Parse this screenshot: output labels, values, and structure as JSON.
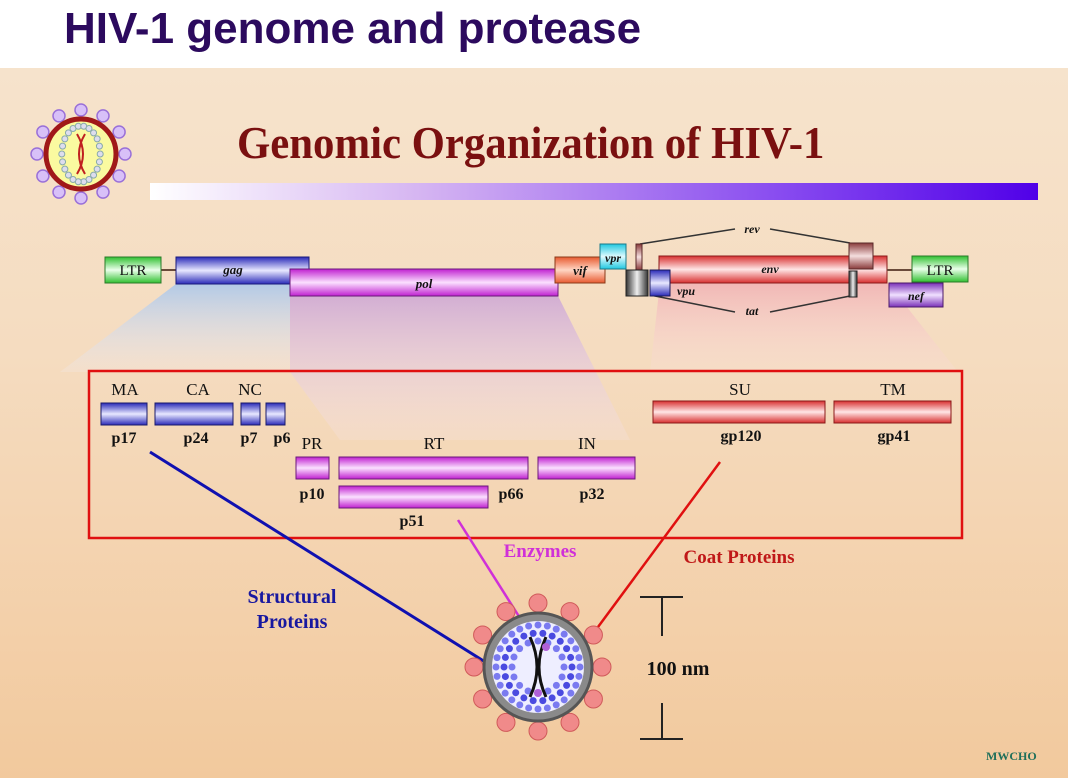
{
  "page_title": "HIV-1 genome and protease",
  "slide": {
    "title": "Genomic Organization of HIV-1",
    "credit": "MWCHO"
  },
  "genome": {
    "ltr_left": "LTR",
    "gag": "gag",
    "pol": "pol",
    "vif": "vif",
    "vpr": "vpr",
    "rev": "rev",
    "env": "env",
    "vpu": "vpu",
    "tat": "tat",
    "nef": "nef",
    "ltr_right": "LTR"
  },
  "proteins": {
    "gag": [
      {
        "name": "MA",
        "mass": "p17"
      },
      {
        "name": "CA",
        "mass": "p24"
      },
      {
        "name": "NC",
        "mass": "p7"
      },
      {
        "name": "",
        "mass": "p6"
      }
    ],
    "pol": [
      {
        "name": "PR",
        "mass": "p10"
      },
      {
        "name": "RT",
        "mass": "p66"
      },
      {
        "name": "",
        "mass": "p51"
      },
      {
        "name": "IN",
        "mass": "p32"
      }
    ],
    "env": [
      {
        "name": "SU",
        "mass": "gp120"
      },
      {
        "name": "TM",
        "mass": "gp41"
      }
    ]
  },
  "categories": {
    "structural": "Structural Proteins",
    "structural_line1": "Structural",
    "structural_line2": "Proteins",
    "enzymes": "Enzymes",
    "coat": "Coat Proteins"
  },
  "scale": {
    "label": "100 nm"
  },
  "colors": {
    "gag": "#3a3ad8",
    "pol": "#d83ae0",
    "env": "#e04a4a",
    "ltr": "#3fd44a",
    "vif": "#f06a40",
    "vpr": "#30d8e8",
    "nef": "#8a40c8",
    "title": "#7a1010",
    "page_title": "#2c0a5e"
  }
}
